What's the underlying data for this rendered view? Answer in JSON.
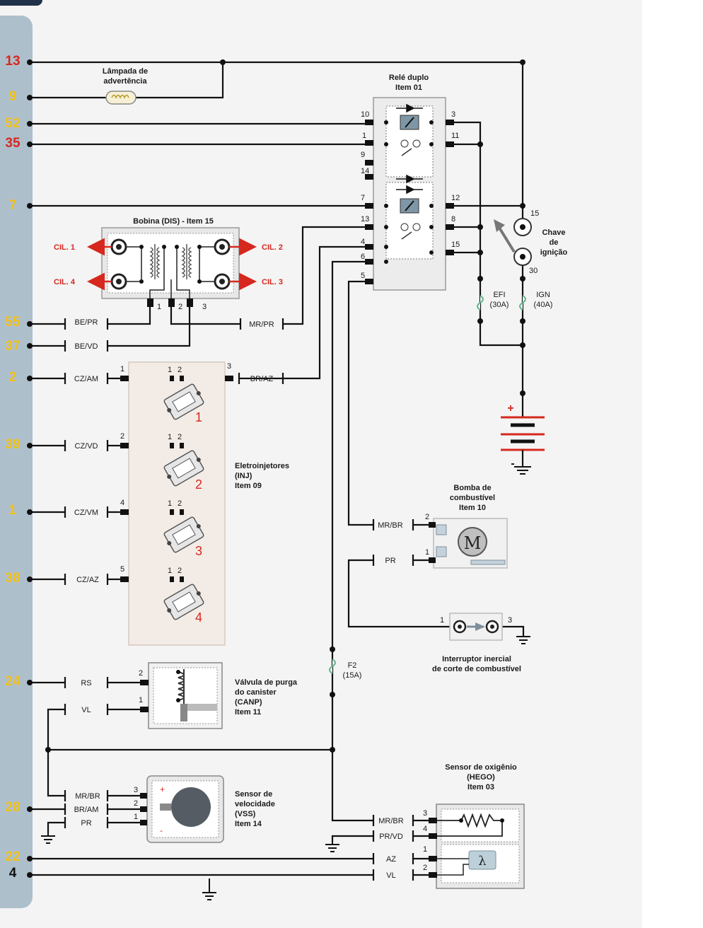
{
  "pins": [
    {
      "id": "p13",
      "label": "13",
      "color": "red"
    },
    {
      "id": "p9",
      "label": "9",
      "color": "yellow"
    },
    {
      "id": "p52",
      "label": "52",
      "color": "yellow"
    },
    {
      "id": "p35",
      "label": "35",
      "color": "red"
    },
    {
      "id": "p7",
      "label": "7",
      "color": "yellow"
    },
    {
      "id": "p55",
      "label": "55",
      "color": "yellow"
    },
    {
      "id": "p37",
      "label": "37",
      "color": "yellow"
    },
    {
      "id": "p2",
      "label": "2",
      "color": "yellow"
    },
    {
      "id": "p39",
      "label": "39",
      "color": "yellow"
    },
    {
      "id": "p1",
      "label": "1",
      "color": "yellow"
    },
    {
      "id": "p38",
      "label": "38",
      "color": "yellow"
    },
    {
      "id": "p24",
      "label": "24",
      "color": "yellow"
    },
    {
      "id": "p28",
      "label": "28",
      "color": "yellow"
    },
    {
      "id": "p22",
      "label": "22",
      "color": "yellow"
    },
    {
      "id": "p4",
      "label": "4",
      "color": "black"
    }
  ],
  "lamp": {
    "line1": "Lâmpada de",
    "line2": "advertência"
  },
  "relay": {
    "line1": "Relé duplo",
    "line2": "Item 01",
    "left_pins": [
      "10",
      "1",
      "9",
      "14",
      "7",
      "13",
      "4",
      "6",
      "5"
    ],
    "right_pins": [
      "3",
      "11",
      "12",
      "8",
      "15"
    ]
  },
  "coil": {
    "title": "Bobina (DIS) - Item 15",
    "cil1": "CIL. 1",
    "cil2": "CIL. 2",
    "cil3": "CIL. 3",
    "cil4": "CIL. 4",
    "pins": [
      "1",
      "2",
      "3"
    ]
  },
  "ignition": {
    "line1": "Chave",
    "line2": "de",
    "line3": "ignição",
    "pin_top": "15",
    "pin_bottom": "30"
  },
  "fuses": {
    "efi": {
      "name": "EFI",
      "rating": "(30A)"
    },
    "ign": {
      "name": "IGN",
      "rating": "(40A)"
    },
    "f2": {
      "name": "F2",
      "rating": "(15A)"
    }
  },
  "wires": {
    "bepr": "BE/PR",
    "bevd": "BE/VD",
    "mrpr": "MR/PR",
    "czam": "CZ/AM",
    "braz": "BR/AZ",
    "czvd": "CZ/VD",
    "czvm": "CZ/VM",
    "czaz": "CZ/AZ",
    "rs": "RS",
    "vl": "VL",
    "mrbr_pump": "MR/BR",
    "pr_pump": "PR",
    "mrbr_vss": "MR/BR",
    "bram": "BR/AM",
    "pr_vss": "PR",
    "mrbr_hego": "MR/BR",
    "prvd": "PR/VD",
    "az": "AZ",
    "vl_hego": "VL"
  },
  "injectors": {
    "line1": "Eletroinjetores",
    "line2": "(INJ)",
    "line3": "Item 09",
    "numbers": [
      "1",
      "2",
      "3",
      "4"
    ],
    "pin_1": "1",
    "pin_2": "2",
    "pin_3": "3",
    "pin_4": "4",
    "pin_5": "5",
    "pin_a": "1",
    "pin_b": "2"
  },
  "pump": {
    "line1": "Bomba de",
    "line2": "combustível",
    "line3": "Item 10",
    "motor": "M",
    "pin_2": "2",
    "pin_1": "1"
  },
  "inertia": {
    "line1": "Interruptor inercial",
    "line2": "de corte de combustível",
    "pin_1": "1",
    "pin_3": "3"
  },
  "canister": {
    "line1": "Válvula de purga",
    "line2": "do canister",
    "line3": "(CANP)",
    "line4": "Item 11",
    "pin_2": "2",
    "pin_1": "1"
  },
  "vss": {
    "line1": "Sensor de",
    "line2": "velocidade",
    "line3": "(VSS)",
    "line4": "Item 14",
    "pin_3": "3",
    "pin_2": "2",
    "pin_1": "1",
    "plus": "+",
    "minus": "-"
  },
  "hego": {
    "line1": "Sensor de oxigênio",
    "line2": "(HEGO)",
    "line3": "Item 03",
    "pin_3": "3",
    "pin_4": "4",
    "pin_1": "1",
    "pin_2": "2",
    "lambda": "λ"
  },
  "battery": {
    "plus": "+",
    "minus": "-"
  },
  "colors": {
    "red": "#d6281e",
    "yellow": "#f2c21a",
    "wire": "#111111",
    "strip": "#aebfcc",
    "fuse": "#5fb58a"
  }
}
